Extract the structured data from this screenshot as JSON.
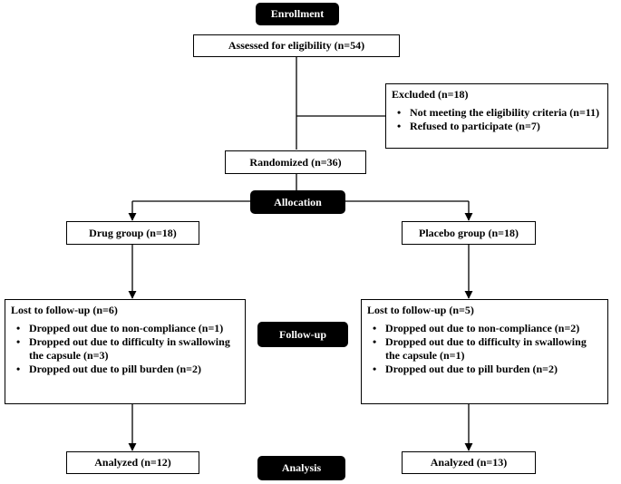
{
  "stages": {
    "enrollment": "Enrollment",
    "allocation": "Allocation",
    "followup": "Follow-up",
    "analysis": "Analysis"
  },
  "assessed": "Assessed for eligibility (n=54)",
  "excluded": {
    "heading": "Excluded (n=18)",
    "items": [
      "Not meeting the eligibility criteria (n=11)",
      "Refused to participate (n=7)"
    ]
  },
  "randomized": "Randomized (n=36)",
  "drug": {
    "group": "Drug group (n=18)",
    "lost": {
      "heading": "Lost to follow-up (n=6)",
      "items": [
        "Dropped out due to non-compliance (n=1)",
        "Dropped out due to difficulty in swallowing the capsule (n=3)",
        "Dropped out due to pill burden (n=2)"
      ]
    },
    "analyzed": "Analyzed (n=12)"
  },
  "placebo": {
    "group": "Placebo group (n=18)",
    "lost": {
      "heading": "Lost to follow-up (n=5)",
      "items": [
        "Dropped out due to non-compliance (n=2)",
        "Dropped out due to difficulty in swallowing the capsule (n=1)",
        "Dropped out due to pill burden (n=2)"
      ]
    },
    "analyzed": "Analyzed (n=13)"
  }
}
